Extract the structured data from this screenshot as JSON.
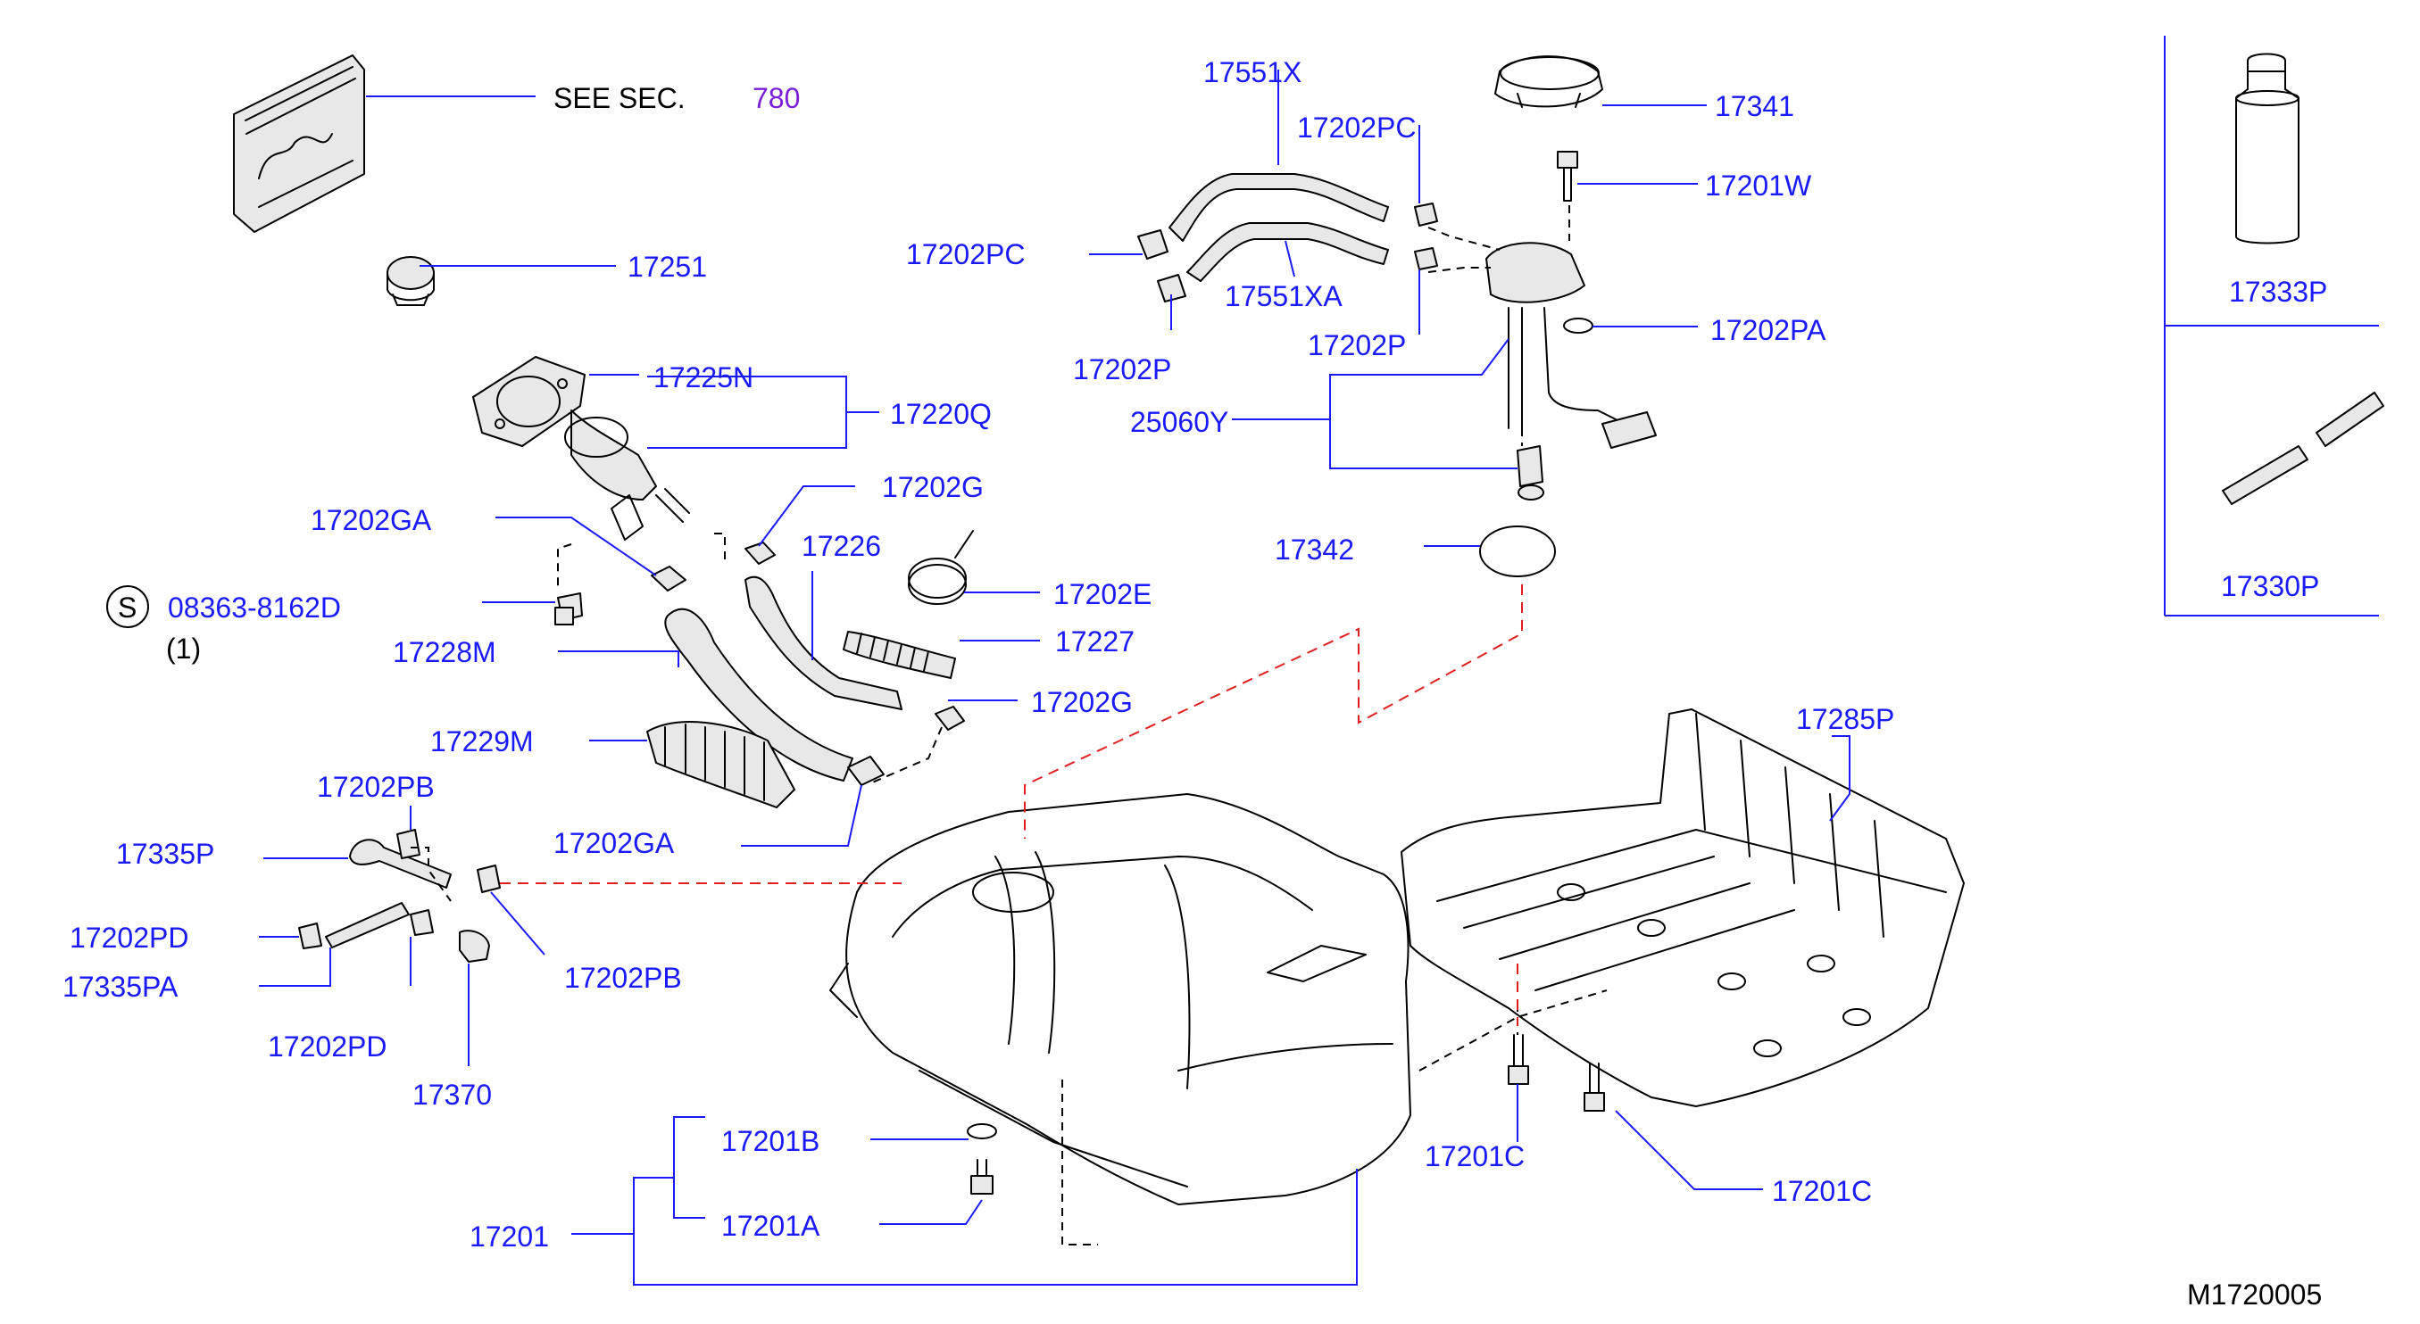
{
  "diagram_code": "M1720005",
  "see_section": {
    "label": "SEE   SEC.",
    "number": "780"
  },
  "screw_note": {
    "symbol": "S",
    "part": "08363-8162D",
    "qty": "(1)"
  },
  "parts": {
    "p17251": "17251",
    "p17225N": "17225N",
    "p17220Q": "17220Q",
    "p17202GA_top": "17202GA",
    "p17228M": "17228M",
    "p17229M": "17229M",
    "p17202GA_bot": "17202GA",
    "p17202G_top": "17202G",
    "p17226": "17226",
    "p17202E": "17202E",
    "p17227": "17227",
    "p17202G_bot": "17202G",
    "p17202PB_top": "17202PB",
    "p17335P": "17335P",
    "p17202PD_left": "17202PD",
    "p17335PA": "17335PA",
    "p17202PD_bot": "17202PD",
    "p17370": "17370",
    "p17202PB_right": "17202PB",
    "p17551X": "17551X",
    "p17202PC_right": "17202PC",
    "p17202PC_left": "17202PC",
    "p17551XA": "17551XA",
    "p17202P_left": "17202P",
    "p17202P_right": "17202P",
    "p17341": "17341",
    "p17201W": "17201W",
    "p17202PA": "17202PA",
    "p25060Y": "25060Y",
    "p17342": "17342",
    "p17285P": "17285P",
    "p17201B": "17201B",
    "p17201A": "17201A",
    "p17201": "17201",
    "p17201C_left": "17201C",
    "p17201C_right": "17201C",
    "p17333P": "17333P",
    "p17330P": "17330P"
  }
}
